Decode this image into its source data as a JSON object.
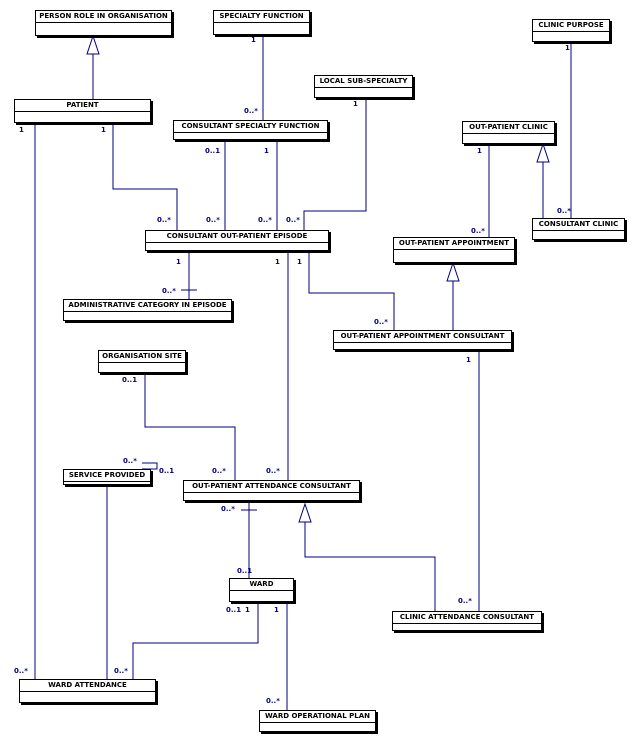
{
  "entities": {
    "person_role": "PERSON ROLE IN ORGANISATION",
    "specialty_function": "SPECIALTY FUNCTION",
    "clinic_purpose": "CLINIC PURPOSE",
    "local_sub_specialty": "LOCAL SUB-SPECIALTY",
    "patient": "PATIENT",
    "consultant_specialty_function": "CONSULTANT SPECIALTY FUNCTION",
    "out_patient_clinic": "OUT-PATIENT CLINIC",
    "consultant_out_patient_episode": "CONSULTANT OUT-PATIENT EPISODE",
    "out_patient_appointment": "OUT-PATIENT APPOINTMENT",
    "consultant_clinic": "CONSULTANT CLINIC",
    "administrative_category": "ADMINISTRATIVE CATEGORY IN EPISODE",
    "out_patient_appointment_consultant": "OUT-PATIENT APPOINTMENT CONSULTANT",
    "organisation_site": "ORGANISATION SITE",
    "service_provided": "SERVICE PROVIDED",
    "out_patient_attendance_consultant": "OUT-PATIENT ATTENDANCE CONSULTANT",
    "ward": "WARD",
    "clinic_attendance_consultant": "CLINIC ATTENDANCE CONSULTANT",
    "ward_attendance": "WARD ATTENDANCE",
    "ward_operational_plan": "WARD OPERATIONAL PLAN"
  },
  "multiplicities": {
    "one": "1",
    "many": "0..*",
    "optional": "0..1"
  }
}
